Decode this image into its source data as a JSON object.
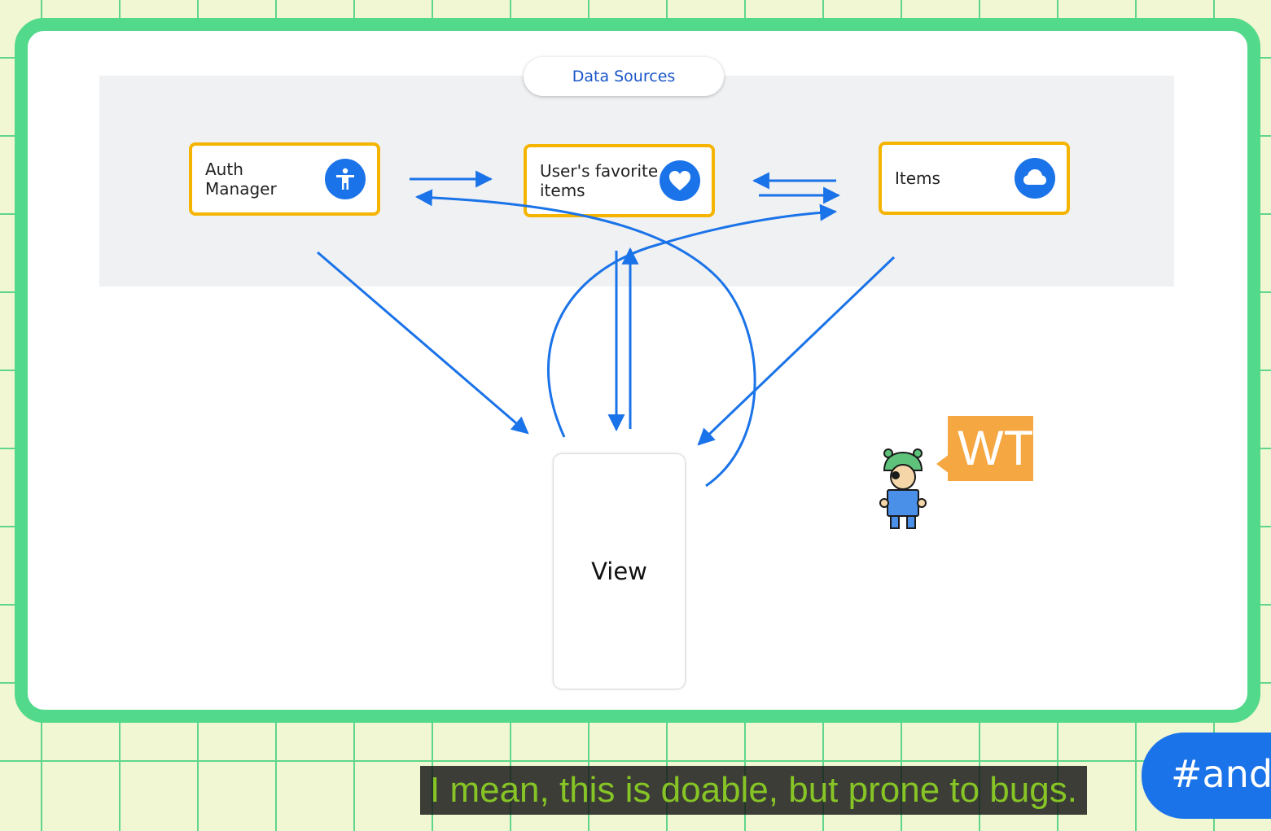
{
  "diagram": {
    "section_label": "Data Sources",
    "nodes": {
      "auth_manager": {
        "label": "Auth\nManager",
        "icon": "accessibility-icon"
      },
      "favorites": {
        "label": "User's favorite\nitems",
        "icon": "heart-icon"
      },
      "items": {
        "label": "Items",
        "icon": "cloud-icon"
      },
      "view": {
        "label": "View"
      }
    }
  },
  "overlay": {
    "speech_bubble": "WT",
    "hashtag": "#andr",
    "caption": "I mean, this is doable, but prone to bugs."
  },
  "colors": {
    "frame": "#52d98b",
    "grid_bg": "#f1f6d3",
    "arrow": "#1a73e8",
    "box_border": "#f4b400",
    "caption_text": "#86c525"
  }
}
